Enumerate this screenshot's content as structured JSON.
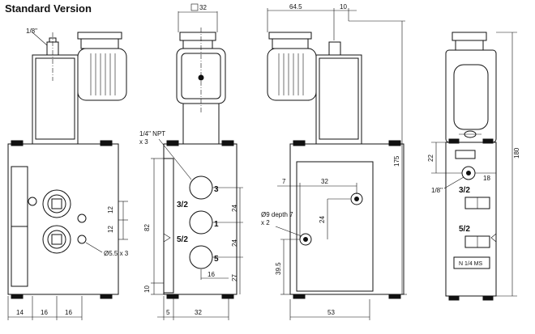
{
  "title": "Standard Version",
  "front_view": {
    "pilot_port": "1/8\"",
    "dim_pitch_1": "12",
    "dim_pitch_2": "12",
    "mount_holes": "Ø5.5 x 3",
    "dim_bottom_a": "14",
    "dim_bottom_b": "16",
    "dim_bottom_c": "16"
  },
  "side_view": {
    "square": "32",
    "ports_note_1": "1/4\" NPT",
    "ports_note_2": "x 3",
    "port_labels": [
      "3",
      "1",
      "5"
    ],
    "function_a": "3/2",
    "function_b": "5/2",
    "dim_height": "82",
    "dim_base": "10",
    "dim_pitch_1": "24",
    "dim_pitch_2": "24",
    "dim_27": "27",
    "dim_16": "16",
    "dim_5": "5",
    "dim_32": "32"
  },
  "rear_view": {
    "dim_top_wide": "64.5",
    "dim_top_small": "10",
    "dim_7": "7",
    "dim_32": "32",
    "holes_note_1": "Ø9 depth 7",
    "holes_note_2": "x 2",
    "dim_24": "24",
    "dim_39_5": "39.5",
    "dim_175": "175",
    "dim_53": "53"
  },
  "right_view": {
    "dim_22": "22",
    "dim_18": "18",
    "pilot_port": "1/8\"",
    "function_a": "3/2",
    "function_b": "5/2",
    "plate": "N 1/4 MS",
    "dim_180": "180"
  }
}
